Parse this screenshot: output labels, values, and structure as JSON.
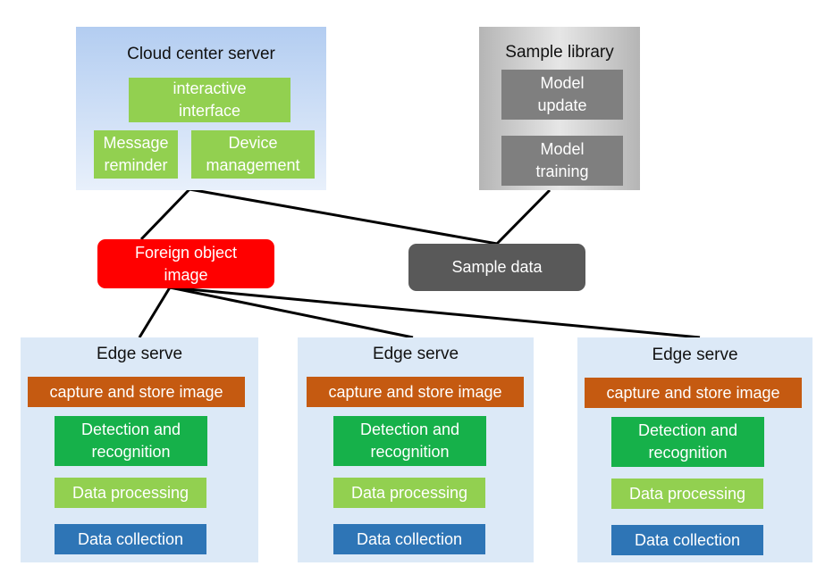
{
  "cloud": {
    "title": "Cloud center server",
    "interactive": "interactive\ninterface",
    "message": "Message\nreminder",
    "device": "Device\nmanagement"
  },
  "library": {
    "title": "Sample library",
    "update": "Model\nupdate",
    "training": "Model\ntraining"
  },
  "foreign": "Foreign object\nimage",
  "sample": "Sample data",
  "edges": [
    {
      "title": "Edge serve",
      "capture": "capture and store image",
      "detect": "Detection and\nrecognition",
      "process": "Data processing",
      "collect": "Data collection"
    },
    {
      "title": "Edge serve",
      "capture": "capture and store image",
      "detect": "Detection and\nrecognition",
      "process": "Data processing",
      "collect": "Data collection"
    },
    {
      "title": "Edge serve",
      "capture": "capture and store image",
      "detect": "Detection and\nrecognition",
      "process": "Data processing",
      "collect": "Data collection"
    }
  ],
  "colors": {
    "green_light": "#92d050",
    "green_dark": "#16b14a",
    "orange": "#c55a11",
    "blue": "#2e75b6",
    "red": "#ff0000",
    "gray_dark": "#595959",
    "gray_box": "#7f7f7f",
    "panel_blue": "#dce9f7"
  }
}
